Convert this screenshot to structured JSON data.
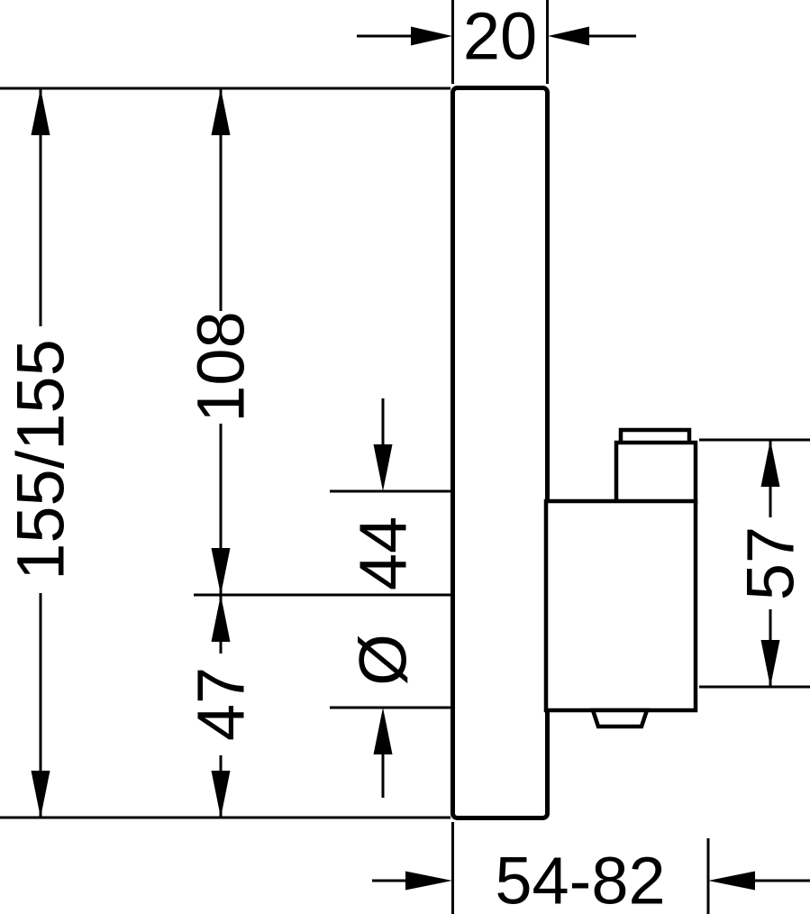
{
  "colors": {
    "line": "#000000",
    "background": "#ffffff"
  },
  "dimensions": {
    "plate_thickness": "20",
    "plate_size": "155/155",
    "top_to_handle_center": "108",
    "diameter_symbol": "Ø",
    "diameter_value": "44",
    "handle_center_to_bottom": "47",
    "handle_height": "57",
    "depth_range": "54-82"
  }
}
